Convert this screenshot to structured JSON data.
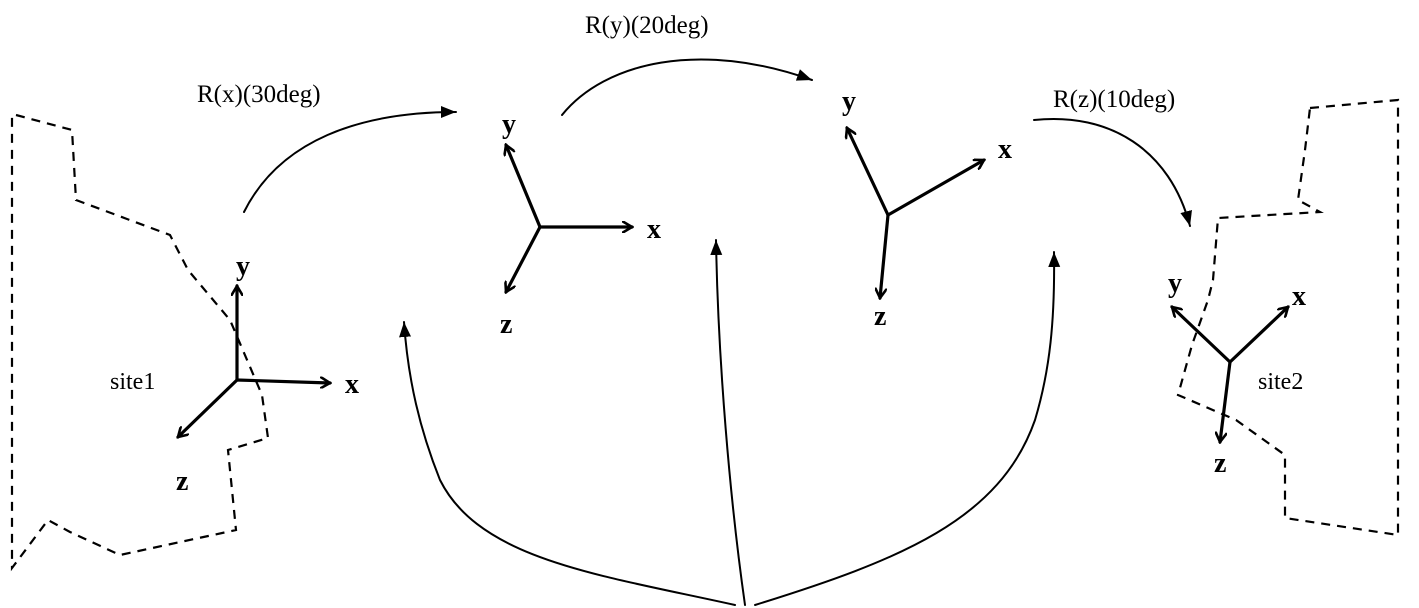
{
  "rotations": {
    "rot_x": "R(x)(30deg)",
    "rot_y": "R(y)(20deg)",
    "rot_z": "R(z)(10deg)"
  },
  "sites": {
    "site1": "site1",
    "site2": "site2"
  },
  "frames": {
    "site1": {
      "x": "x",
      "y": "y",
      "z": "z"
    },
    "frame2": {
      "x": "x",
      "y": "y",
      "z": "z"
    },
    "frame3": {
      "x": "x",
      "y": "y",
      "z": "z"
    },
    "site2": {
      "x": "x",
      "y": "y",
      "z": "z"
    }
  }
}
